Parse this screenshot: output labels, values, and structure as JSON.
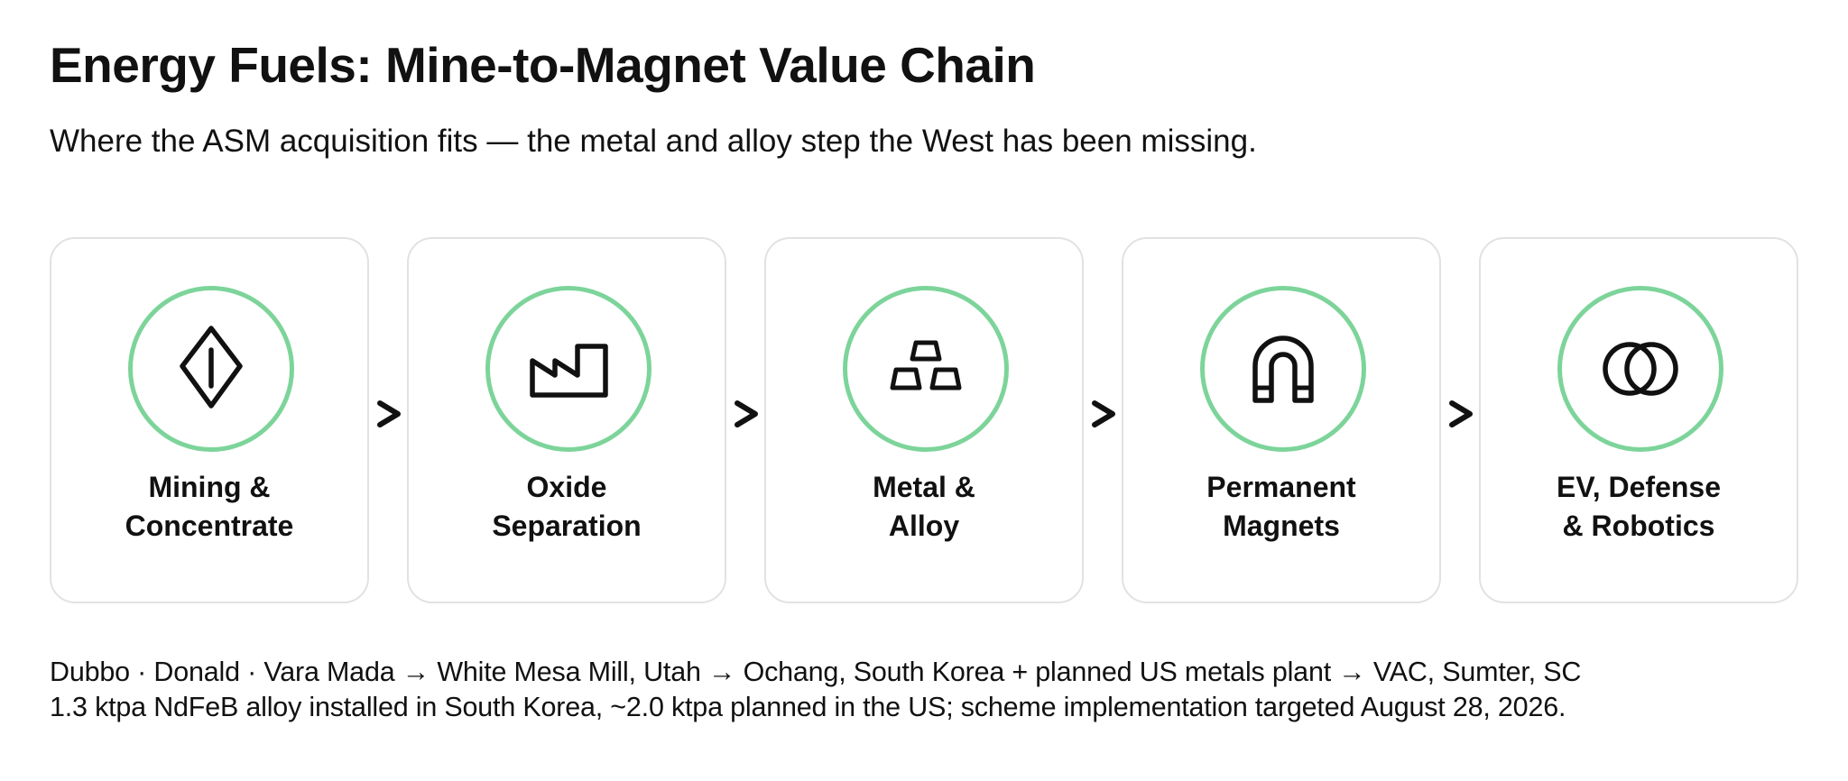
{
  "title": "Energy Fuels: Mine-to-Magnet Value Chain",
  "subtitle": "Where the ASM acquisition fits — the metal and alloy step the West has been missing.",
  "colors": {
    "ring": "#7dd49a",
    "card_border": "#e2e2e2",
    "text": "#111111"
  },
  "stages": [
    {
      "icon": "diamond-gem-icon",
      "label_line1": "Mining &",
      "label_line2": "Concentrate"
    },
    {
      "icon": "factory-icon",
      "label_line1": "Oxide",
      "label_line2": "Separation"
    },
    {
      "icon": "metal-ingots-icon",
      "label_line1": "Metal &",
      "label_line2": "Alloy"
    },
    {
      "icon": "horseshoe-magnet-icon",
      "label_line1": "Permanent",
      "label_line2": "Magnets"
    },
    {
      "icon": "interlocking-rings-icon",
      "label_line1": "EV, Defense",
      "label_line2": "& Robotics"
    }
  ],
  "connector_icon": "chevron-right-icon",
  "footer": {
    "line1": "Dubbo · Donald · Vara Mada  →  White Mesa Mill, Utah  →  Ochang, South Korea + planned US metals plant  →  VAC, Sumter, SC",
    "line2": "1.3 ktpa NdFeB alloy installed in South Korea, ~2.0 ktpa planned in the US; scheme implementation targeted August 28, 2026."
  }
}
